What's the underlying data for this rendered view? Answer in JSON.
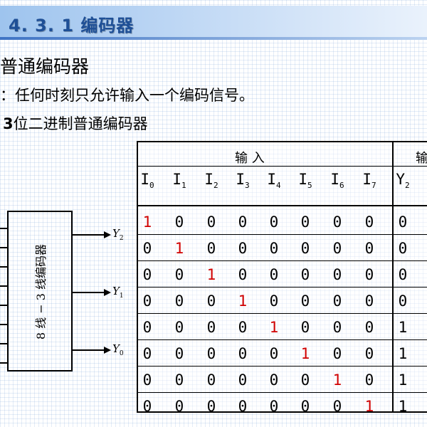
{
  "title": "4. 3. 1  编码器",
  "heading1": "普通编码器",
  "heading2": "：任何时刻只允许输入一个编码信号。",
  "heading3_num": "3",
  "heading3_text": "位二进制普通编码器",
  "diagram": {
    "box_label": "8 线 − 3 线编码器",
    "outputs": [
      {
        "name": "Y",
        "sub": "2"
      },
      {
        "name": "Y",
        "sub": "1"
      },
      {
        "name": "Y",
        "sub": "0"
      }
    ]
  },
  "table": {
    "input_header": "输      入",
    "output_header": "输",
    "columns": [
      {
        "name": "I",
        "sub": "0"
      },
      {
        "name": "I",
        "sub": "1"
      },
      {
        "name": "I",
        "sub": "2"
      },
      {
        "name": "I",
        "sub": "3"
      },
      {
        "name": "I",
        "sub": "4"
      },
      {
        "name": "I",
        "sub": "5"
      },
      {
        "name": "I",
        "sub": "6"
      },
      {
        "name": "I",
        "sub": "7"
      },
      {
        "name": "Y",
        "sub": "2"
      }
    ],
    "rows": [
      [
        "1",
        "0",
        "0",
        "0",
        "0",
        "0",
        "0",
        "0",
        "0"
      ],
      [
        "0",
        "1",
        "0",
        "0",
        "0",
        "0",
        "0",
        "0",
        "0"
      ],
      [
        "0",
        "0",
        "1",
        "0",
        "0",
        "0",
        "0",
        "0",
        "0"
      ],
      [
        "0",
        "0",
        "0",
        "1",
        "0",
        "0",
        "0",
        "0",
        "0"
      ],
      [
        "0",
        "0",
        "0",
        "0",
        "1",
        "0",
        "0",
        "0",
        "1"
      ],
      [
        "0",
        "0",
        "0",
        "0",
        "0",
        "1",
        "0",
        "0",
        "1"
      ],
      [
        "0",
        "0",
        "0",
        "0",
        "0",
        "0",
        "1",
        "0",
        "1"
      ],
      [
        "0",
        "0",
        "0",
        "0",
        "0",
        "0",
        "0",
        "1",
        "1"
      ]
    ],
    "highlight_color": "#d00000"
  }
}
